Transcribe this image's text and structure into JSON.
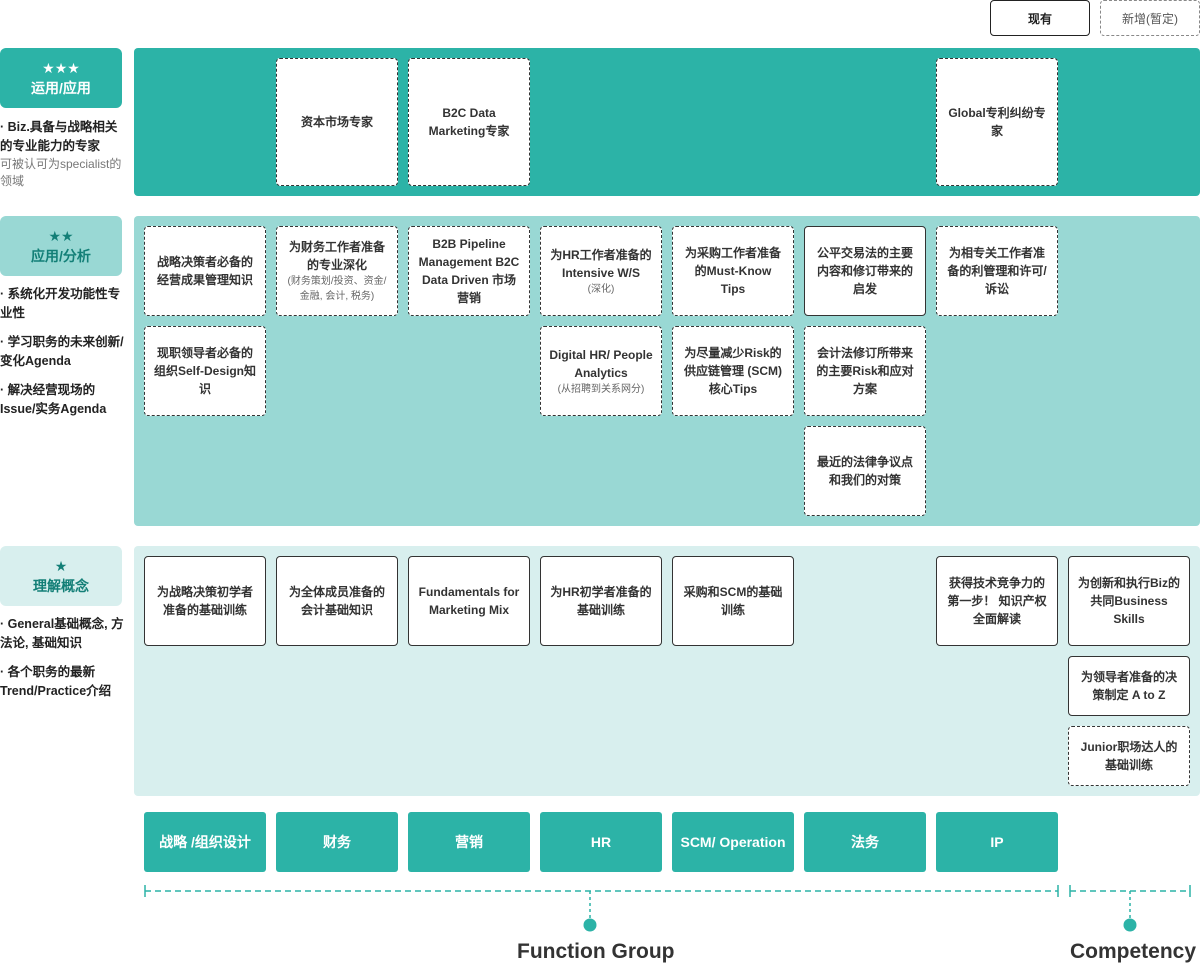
{
  "legend": {
    "existing": "现有",
    "new": "新增(暂定)"
  },
  "levels": {
    "l3": {
      "stars": "★★★",
      "title": "运用/应用"
    },
    "l2": {
      "stars": "★★",
      "title": "应用/分析"
    },
    "l1": {
      "stars": "★",
      "title": "理解概念"
    }
  },
  "desc3": {
    "bold": "· Biz.具备与战略相关的专业能力的专家",
    "sub": "可被认可为specialist的领域"
  },
  "desc2": [
    "· 系统化开发功能性专业性",
    "· 学习职务的未来创新/变化Agenda",
    "· 解决经营现场的Issue/实务Agenda"
  ],
  "desc1": [
    "· General基础概念, 方法论, 基础知识",
    "· 各个职务的最新Trend/Practice介绍"
  ],
  "cards": {
    "c3_1": "资本市场专家",
    "c3_2": "B2C Data Marketing专家",
    "c3_3": "Global专利纠纷专家",
    "c2_1": "战略决策者必备的经营成果管理知识",
    "c2_2": "现职领导者必备的组织Self-Design知识",
    "c2_3": "为财务工作者准备的专业深化",
    "c2_3s": "(财务策划/投资、资金/金融, 会计, 税务)",
    "c2_4": "B2B Pipeline Management B2C Data Driven 市场营销",
    "c2_5": "为HR工作者准备的Intensive W/S",
    "c2_5s": "(深化)",
    "c2_6": "Digital HR/ People Analytics",
    "c2_6s": "(从招聘到关系网分)",
    "c2_7": "为采购工作者准备的Must-Know Tips",
    "c2_8": "为尽量减少Risk的供应链管理 (SCM) 核心Tips",
    "c2_9": "公平交易法的主要内容和修订带来的启发",
    "c2_10": "会计法修订所带来的主要Risk和应对方案",
    "c2_11": "最近的法律争议点和我们的对策",
    "c2_12": "为相专关工作者准备的利管理和许可/诉讼",
    "c1_1": "为战略决策初学者准备的基础训练",
    "c1_2": "为全体成员准备的会计基础知识",
    "c1_3": "Fundamentals for Marketing Mix",
    "c1_4": "为HR初学者准备的基础训练",
    "c1_5": "采购和SCM的基础训练",
    "c1_6": "获得技术竞争力的第一步！ 知识产权全面解读",
    "c1_7": "为创新和执行Biz的共同Business Skills",
    "c1_8": "为领导者准备的决策制定 A to Z",
    "c1_9": "Junior职场达人的基础训练"
  },
  "functions": [
    "战略 /组织设计",
    "财务",
    "营销",
    "HR",
    "SCM/ Operation",
    "法务",
    "IP"
  ],
  "groups": {
    "function": "Function Group",
    "competency": "Competency"
  },
  "colors": {
    "teal": "#2cb3a7",
    "mid_teal": "#99d8d4",
    "light_teal": "#d8efee"
  }
}
